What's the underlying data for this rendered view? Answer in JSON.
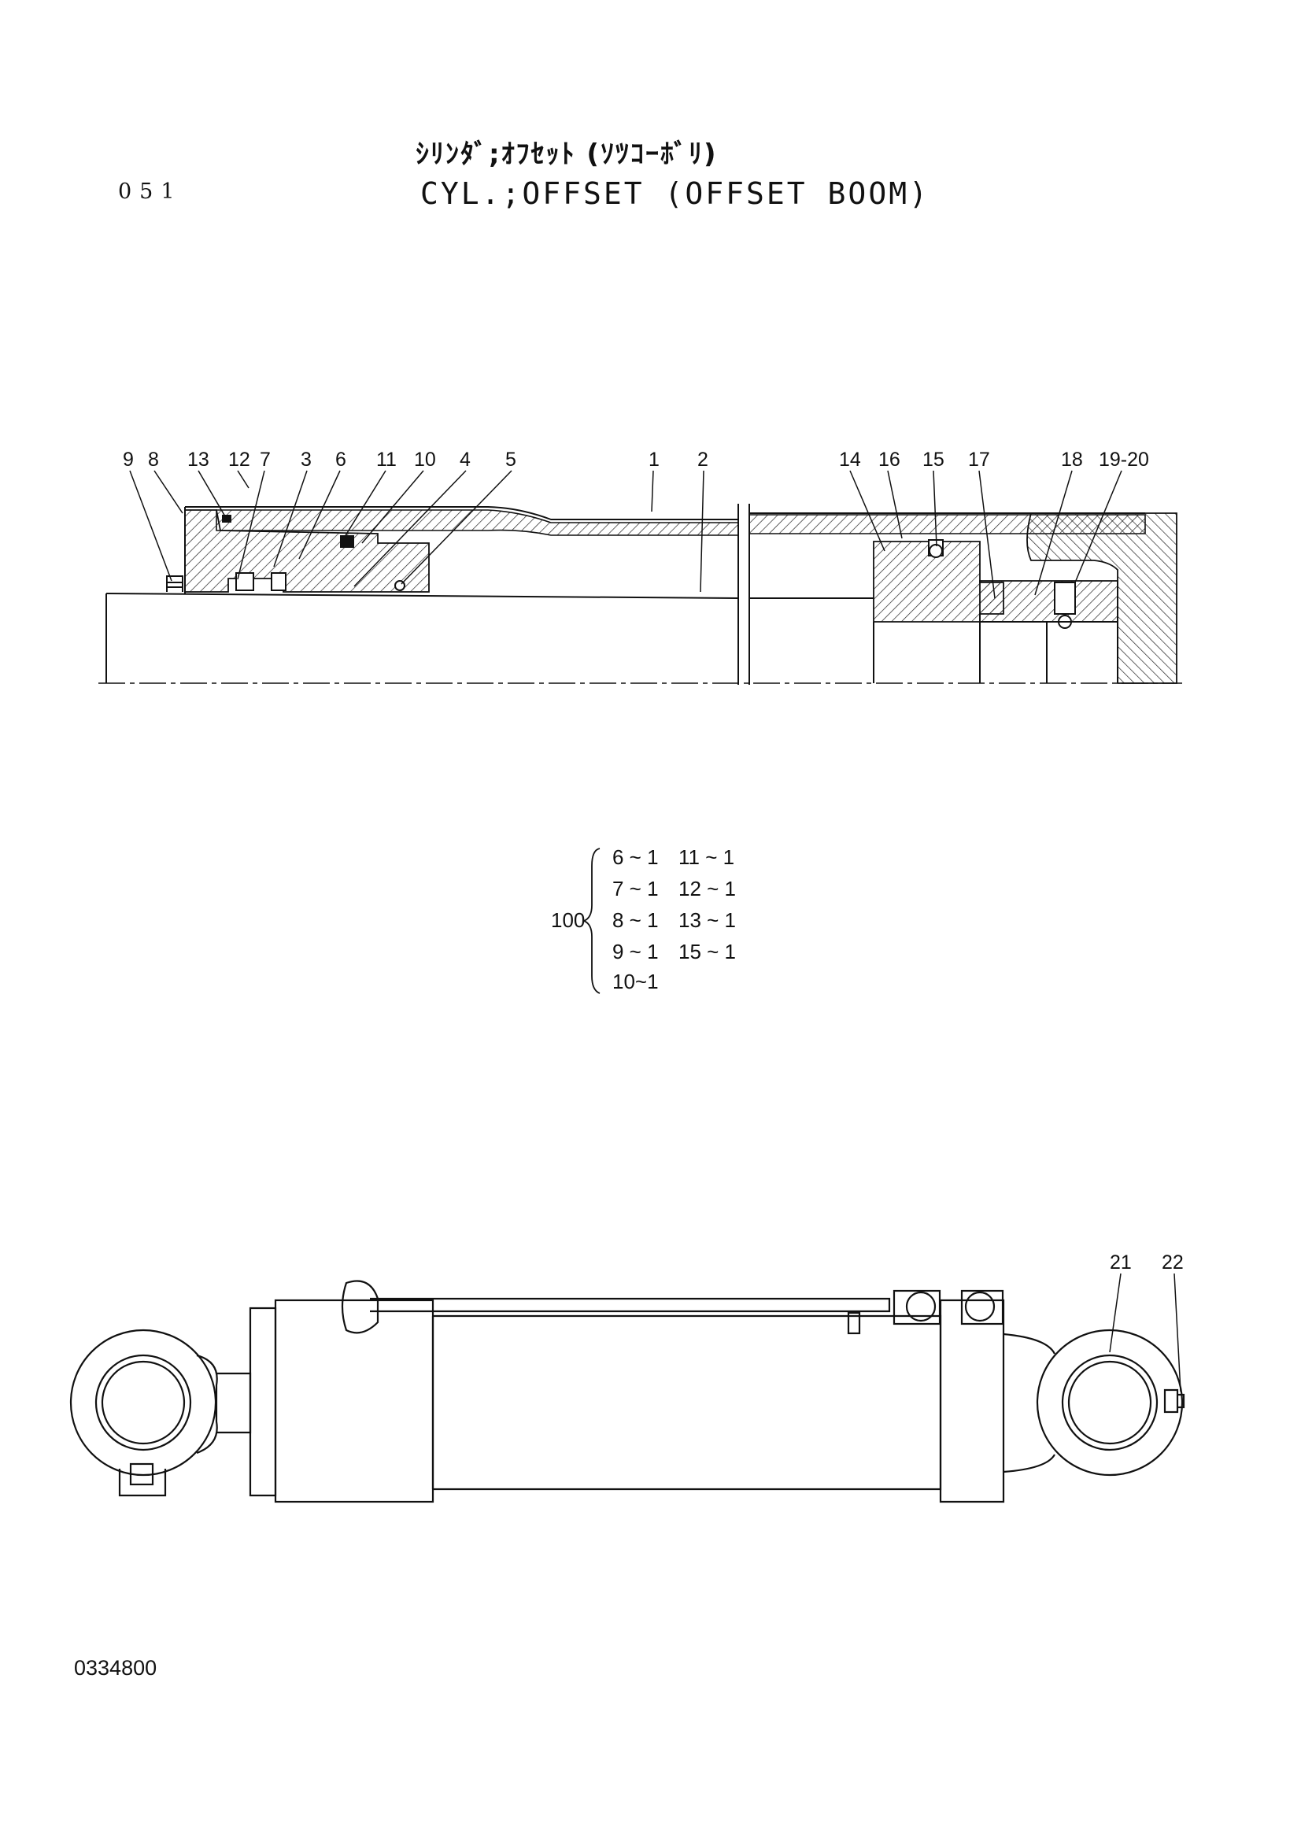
{
  "header": {
    "page_number": "051",
    "title_jp": "ｼﾘﾝﾀﾞ;ｵﾌｾｯﾄ (ｿﾂｺｰﾎﾞﾘ)",
    "title_en": "CYL.;OFFSET (OFFSET BOOM)"
  },
  "section_callouts": [
    "9",
    "8",
    "13",
    "12",
    "7",
    "3",
    "6",
    "11",
    "10",
    "4",
    "5",
    "1",
    "2",
    "14",
    "16",
    "15",
    "17",
    "18",
    "19-20"
  ],
  "kit": {
    "number": "100",
    "left_column": [
      "6 ~ 1",
      "7 ~ 1",
      "8 ~ 1",
      "9 ~ 1",
      "10~1"
    ],
    "right_column": [
      "11 ~ 1",
      "12 ~ 1",
      "13 ~ 1",
      "15 ~ 1"
    ]
  },
  "exterior_callouts": [
    "21",
    "22"
  ],
  "footer": {
    "drawing_number": "0334800"
  }
}
